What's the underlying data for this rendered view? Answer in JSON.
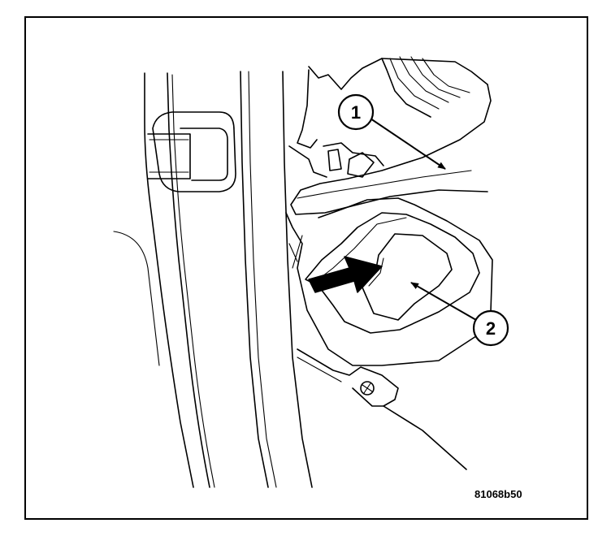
{
  "callouts": [
    {
      "label": "1"
    },
    {
      "label": "2"
    }
  ],
  "figure_code": "81068b50",
  "colors": {
    "line": "#000000",
    "background": "#ffffff"
  }
}
